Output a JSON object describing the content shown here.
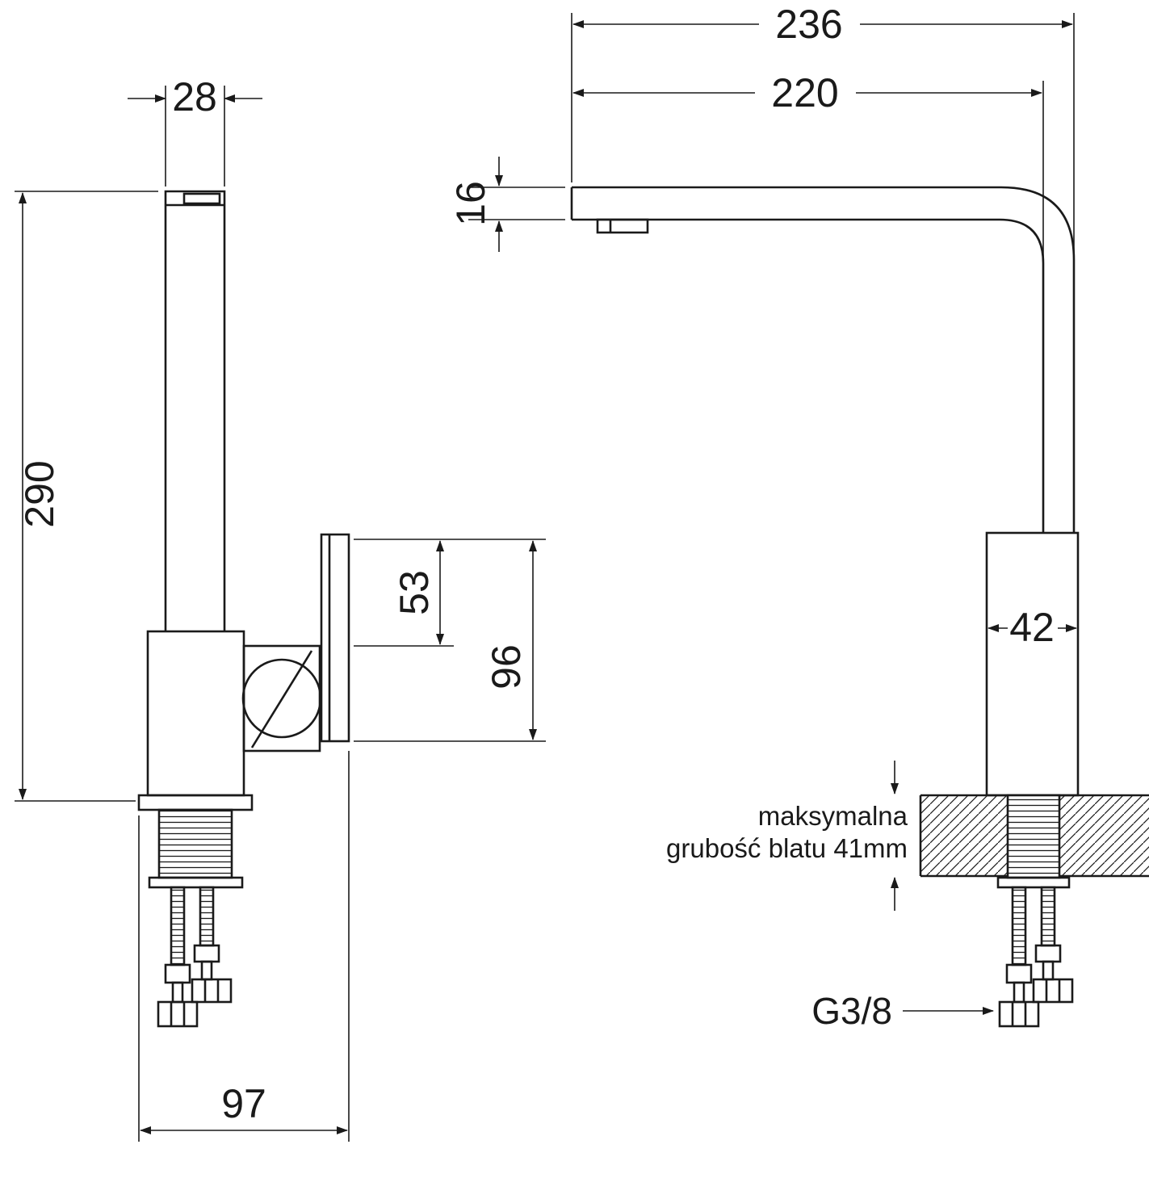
{
  "diagram": {
    "type": "technical-drawing",
    "subject": "kitchen faucet dimensional drawing, two orthographic views",
    "units": "mm",
    "left_view": {
      "spout_top_width": "28",
      "total_height": "290",
      "handle_upper": "53",
      "handle_height": "96",
      "base_depth": "97"
    },
    "right_view": {
      "total_reach": "236",
      "spout_reach": "220",
      "spout_thickness": "16",
      "body_width": "42",
      "counter_note_line1": "maksymalna",
      "counter_note_line2": "grubość blatu 41mm",
      "thread_size": "G3/8"
    },
    "colors": {
      "line": "#1a1a1a",
      "background": "#ffffff"
    }
  }
}
